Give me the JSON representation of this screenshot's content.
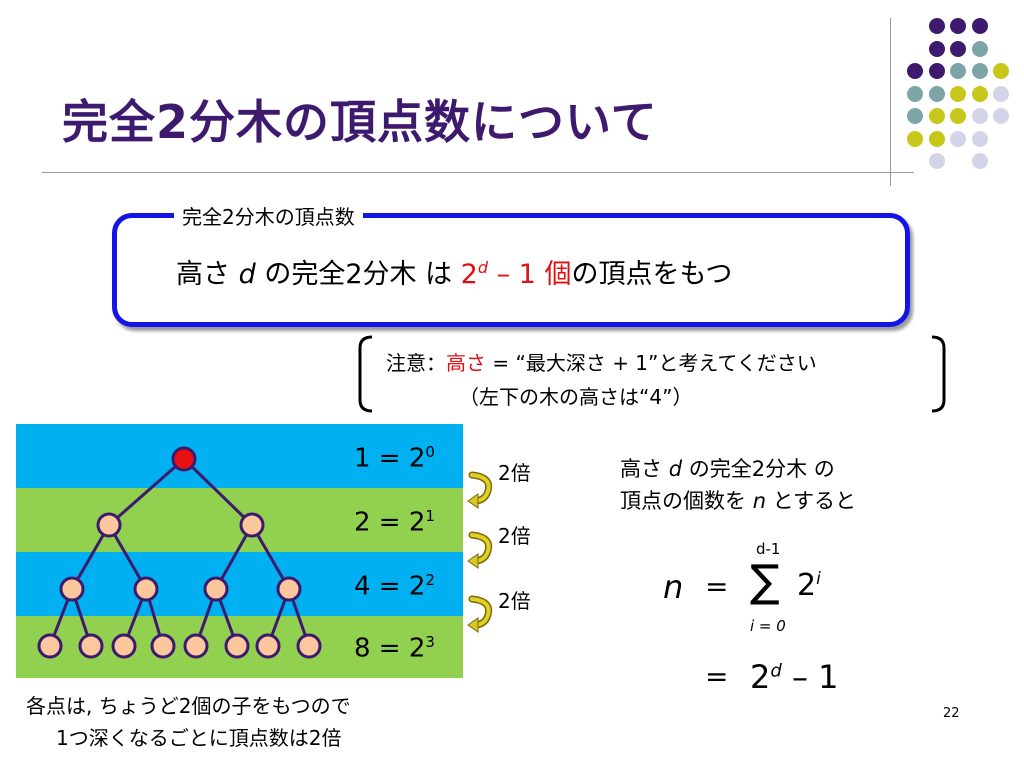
{
  "title": "完全2分木の頂点数について",
  "definition_box": {
    "label": "完全2分木の頂点数",
    "text_a": "高さ ",
    "text_d": "d",
    "text_b": " の完全2分木 は ",
    "formula_base": "2",
    "formula_exp": "d",
    "formula_rest": " – 1 個",
    "text_c": "の頂点をもつ"
  },
  "note": {
    "label": "注意：",
    "term": "高さ",
    "def": " = “最大深さ + 1”と考えてください",
    "example": "（左下の木の高さは“4”）"
  },
  "levels": [
    {
      "count": "1 = 2",
      "exp": "0",
      "color": "#00b0f0"
    },
    {
      "count": "2 = 2",
      "exp": "1",
      "color": "#92d050"
    },
    {
      "count": "4 = 2",
      "exp": "2",
      "color": "#00b0f0"
    },
    {
      "count": "8 = 2",
      "exp": "3",
      "color": "#92d050"
    }
  ],
  "doubling_label": "2倍",
  "doubling": [
    "2倍",
    "2倍",
    "2倍"
  ],
  "derivation": {
    "line1_a": "高さ ",
    "line1_d": "d",
    "line1_b": " の完全2分木 の",
    "line2_a": "頂点の個数を ",
    "line2_n": "n",
    "line2_b": " とすると",
    "n": "n",
    "eq": "=",
    "sum_upper": "d-1",
    "sigma": "∑",
    "sum_lower": "i = 0",
    "term_base": "2",
    "term_exp": "i",
    "result_base": "2",
    "result_exp": "d",
    "result_rest": " – 1"
  },
  "caption": {
    "line1": "各点は, ちょうど2個の子をもつので",
    "line2": "1つ深くなるごとに頂点数は2倍"
  },
  "tree": {
    "root_color": "#e81010",
    "node_color": "#fcc79c",
    "edge_color": "#3d1a6e"
  },
  "decoration": {
    "purple": "#3d1a6e",
    "teal": "#7ea5a5",
    "yellow": "#c7c71a",
    "lavender": "#d4d4e8"
  },
  "page_number": "22"
}
